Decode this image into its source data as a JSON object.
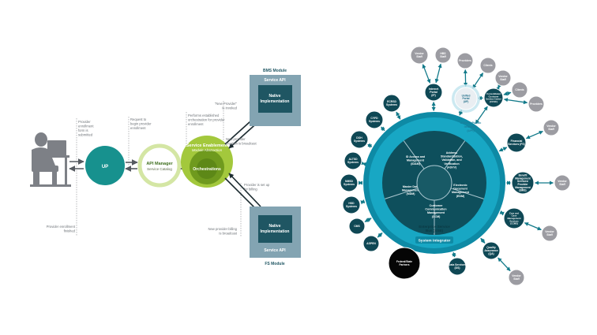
{
  "colors": {
    "teal": "#17918e",
    "teal_dark": "#0d6e70",
    "lime": "#a3c83c",
    "lime_dark": "#6f9a1e",
    "lime_light": "#d4e6a4",
    "slate": "#83a4b2",
    "slate_dark": "#1f5663",
    "grey": "#9c9ca2",
    "hub_ring": "#18a7c4",
    "hub_outer": "#0e8aa5",
    "hub_inner": "#0e4f5c",
    "hub_core": "#185a66",
    "label_teal": "#1d7f9b",
    "arrow_teal": "#127a8a"
  },
  "left": {
    "notes": {
      "provider_submitted": [
        "Provider",
        "enrollment",
        "form is",
        "submitted"
      ],
      "request_begin": [
        "Request to",
        "begin provider",
        "enrollment"
      ],
      "performs": [
        "Performs established",
        "orchestration for provider",
        "enrollment"
      ],
      "new_provider": [
        "\"New Provider\"",
        "is invoked"
      ],
      "creation_broadcast": [
        "New provider",
        "creation is broadcast"
      ],
      "setup_billing": [
        "Provider is set up",
        "for billing"
      ],
      "billing_broadcast": [
        "New provider billing",
        "is broadcast"
      ],
      "enrollment_finished": [
        "Provider enrollment",
        "finished"
      ]
    },
    "up_label": "UP",
    "api_manager": {
      "title": "API Manager",
      "subtitle": "Service Catalog"
    },
    "service_enablement": {
      "title": "Service Enablement",
      "subtitle": "Module Abstraction"
    },
    "orchestrations": "Orchestrations",
    "bms_module": {
      "header": "BMS Module",
      "api": "Service API",
      "impl": [
        "Native",
        "Implementation"
      ]
    },
    "fs_module": {
      "footer": "FS Module",
      "api": "Service API",
      "impl": [
        "Native",
        "Implementation"
      ]
    }
  },
  "right": {
    "sectors": {
      "access": [
        "ID Access and",
        "Management",
        "(IDAM)"
      ],
      "address": [
        "Address",
        "Standardization,",
        "Validation, and",
        "Verification",
        "(ASVV)"
      ],
      "ecm": [
        "Electronic",
        "Document",
        "Management",
        "(EDM)"
      ],
      "ccm": [
        "Customer",
        "Communication",
        "Management",
        "(CCM)"
      ],
      "mdm": [
        "Master Data",
        "Management",
        "(MDM)"
      ]
    },
    "esb": [
      "Enterprise Service",
      "Bus (ESB)"
    ],
    "si": "System Integrator",
    "upi": [
      "Unified Public",
      "Interface",
      "(UPI)"
    ],
    "nodes": {
      "vendor_staff_1": [
        "Vendor",
        "Staff"
      ],
      "hbs_staff": [
        "HBS",
        "Staff"
      ],
      "providers_1": [
        "Providers"
      ],
      "clients_1": [
        "Clients"
      ],
      "vendor_staff_2": [
        "Vendor",
        "Staff"
      ],
      "clients_2": [
        "Clients"
      ],
      "providers_2": [
        "Providers"
      ],
      "internet_portal": [
        "Internet",
        "Portal",
        "(IP)"
      ],
      "unified_portal": [
        "Unified",
        "Portal",
        "(UP)"
      ],
      "customer_service": [
        "Consolidated",
        "Customer",
        "Service Center",
        "(CCSC)"
      ],
      "ecrsd": [
        "ECRSD",
        "Systems"
      ],
      "cyfd": [
        "CYFD",
        "Systems"
      ],
      "doh": [
        "DOH",
        "Systems"
      ],
      "alts": [
        "ALTSD",
        "Systems"
      ],
      "nmsd": [
        "NMSD",
        "Systems"
      ],
      "hsd": [
        "HSD",
        "Systems"
      ],
      "cms": [
        "CMS"
      ],
      "aspen": [
        "ASPEN"
      ],
      "fed_partners": [
        "Federal/State",
        "Partners"
      ],
      "data_services": [
        "Data Services",
        "(DS)"
      ],
      "quality": [
        "Quality",
        "Assurance",
        "(QA)"
      ],
      "vendor_staff_qa": [
        "Vendor",
        "Staff"
      ],
      "financial": [
        "Financial",
        "Services (FS)"
      ],
      "vendor_staff_fs": [
        "Vendor",
        "Staff"
      ],
      "benefits": [
        "Benefit",
        "Management",
        "Services/",
        "Provider",
        "Management",
        "(BMS)"
      ],
      "vendor_staff_bms": [
        "Vendor",
        "Staff"
      ],
      "care_case": [
        "Care and",
        "Case",
        "Management",
        "Services",
        "(CCMS)"
      ],
      "vendor_staff_ccm": [
        "Vendor",
        "Staff"
      ]
    }
  }
}
